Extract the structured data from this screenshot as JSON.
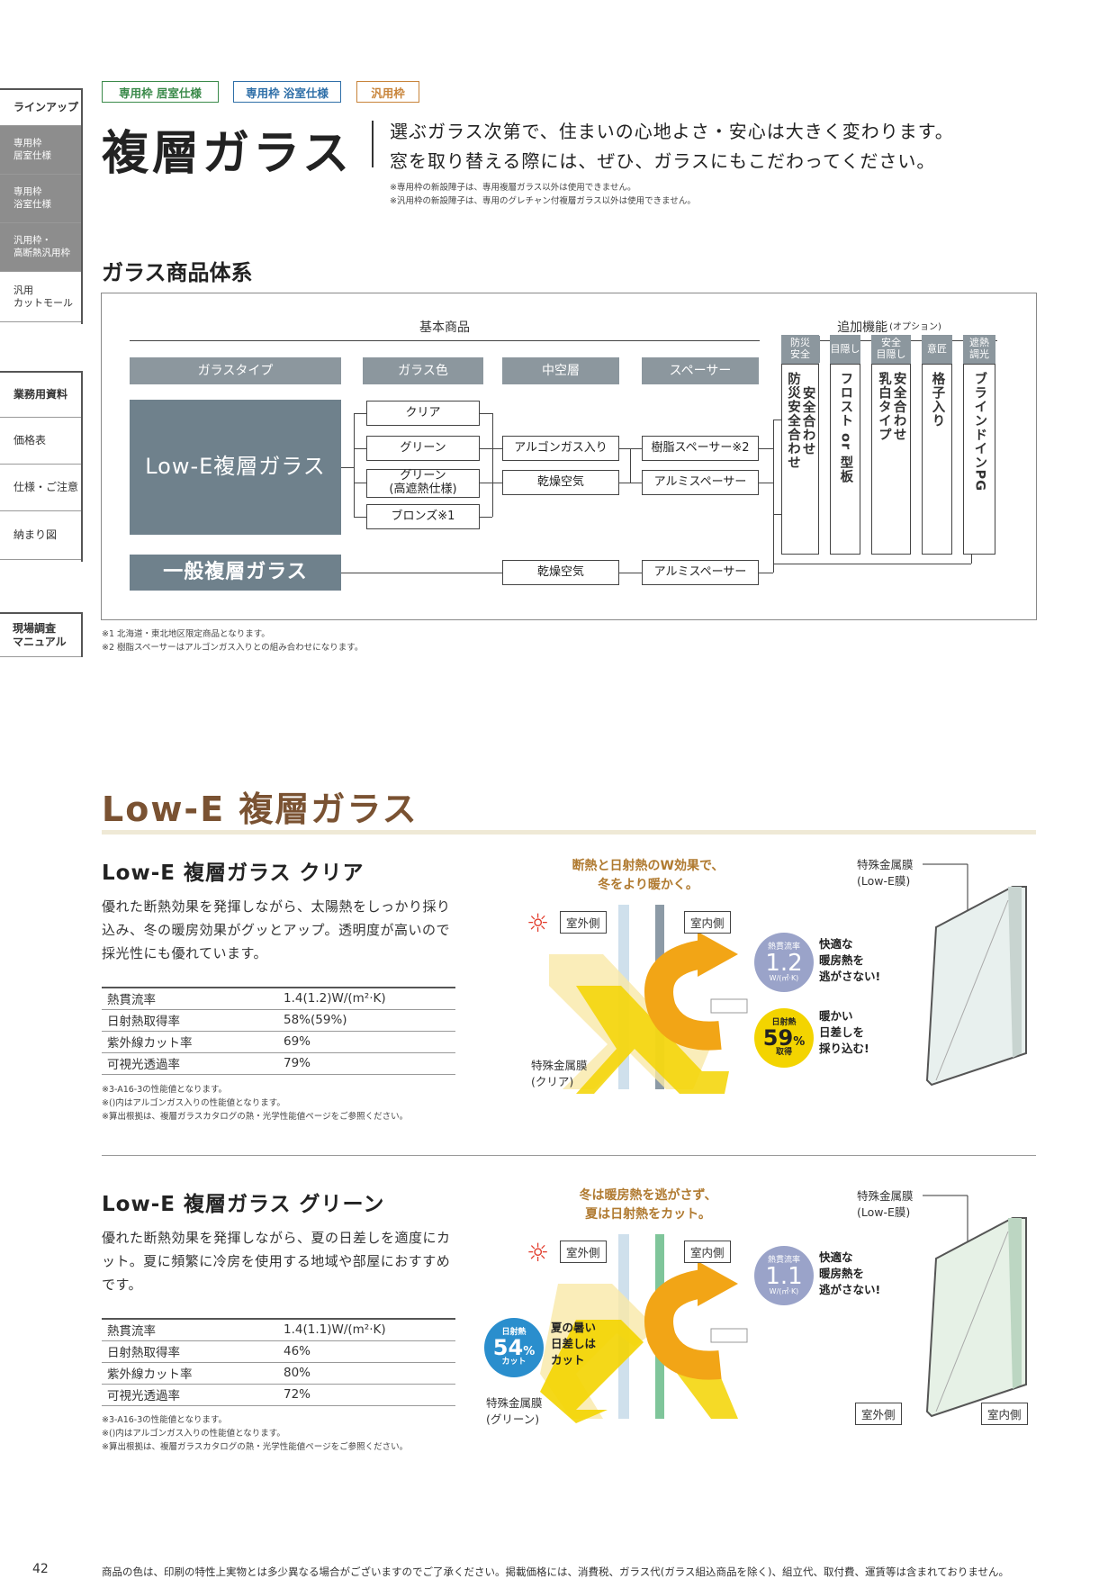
{
  "sidenav": {
    "items": [
      {
        "label": "ラインアップ"
      },
      {
        "label": "専用枠\n居室仕様"
      },
      {
        "label": "専用枠\n浴室仕様"
      },
      {
        "label": "汎用枠・\n高断熱汎用枠"
      },
      {
        "label": "汎用\nカットモール"
      }
    ],
    "items2": [
      {
        "label": "業務用資料"
      },
      {
        "label": "価格表"
      },
      {
        "label": "仕様・ご注意"
      },
      {
        "label": "納まり図"
      }
    ],
    "manual": "現場調査\nマニュアル"
  },
  "tags": [
    "専用枠 居室仕様",
    "専用枠 浴室仕様",
    "汎用枠"
  ],
  "colors": {
    "tag1": "#3a8a4a",
    "tag2": "#2f6fa8",
    "tag3": "#c8843a",
    "brown": "#7a5232",
    "blue_circle": "#9aa3c9",
    "yellow": "#f3d400"
  },
  "header": {
    "title": "複層ガラス",
    "lead1": "選ぶガラス次第で、住まいの心地よさ・安心は大きく変わります。",
    "lead2": "窓を取り替える際には、ぜひ、ガラスにもこだわってください。",
    "note1": "※専用枠の新設障子は、専用複層ガラス以外は使用できません。",
    "note2": "※汎用枠の新設障子は、専用のグレチャン付複層ガラス以外は使用できません。"
  },
  "system": {
    "heading": "ガラス商品体系",
    "basic": "基本商品",
    "option": "追加機能",
    "option_sub": "(オプション)",
    "col_type": "ガラスタイプ",
    "col_color": "ガラス色",
    "col_air": "中空層",
    "col_spacer": "スペーサー",
    "lowe": "Low-E複層ガラス",
    "general": "一般複層ガラス",
    "colors": [
      "クリア",
      "グリーン",
      "グリーン\n(高遮熱仕様)",
      "ブロンズ※1"
    ],
    "air1": "アルゴンガス入り",
    "air2": "乾燥空気",
    "air3": "乾燥空気",
    "spacer1": "樹脂スペーサー※2",
    "spacer2": "アルミスペーサー",
    "spacer3": "アルミスペーサー",
    "options": [
      {
        "head": "防災\n安全",
        "body": "安全合わせ\n防災安全合わせ"
      },
      {
        "head": "目隠し",
        "body": "フロスト or 型板"
      },
      {
        "head": "安全\n目隠し",
        "body": "安全合わせ\n乳白タイプ"
      },
      {
        "head": "意匠",
        "body": "格子入り"
      },
      {
        "head": "遮熱\n調光",
        "body": "ブラインドインPG"
      }
    ],
    "note1": "※1 北海道・東北地区限定商品となります。",
    "note2": "※2 樹脂スペーサーはアルゴンガス入りとの組み合わせになります。"
  },
  "lowe_section": {
    "title": "Low-E 複層ガラス",
    "clear": {
      "title": "Low-E 複層ガラス クリア",
      "desc": "優れた断熱効果を発揮しながら、太陽熱をしっかり採り込み、冬の暖房効果がグッとアップ。透明度が高いので採光性にも優れています。",
      "specs": [
        {
          "k": "熱貫流率",
          "v": "1.4(1.2)W/(m²·K)"
        },
        {
          "k": "日射熱取得率",
          "v": "58%(59%)"
        },
        {
          "k": "紫外線カット率",
          "v": "69%"
        },
        {
          "k": "可視光透過率",
          "v": "79%"
        }
      ],
      "notes": [
        "※3-A16-3の性能値となります。",
        "※()内はアルゴンガス入りの性能値となります。",
        "※算出根拠は、複層ガラスカタログの熱・光学性能値ページをご参照ください。"
      ],
      "caption": "断熱と日射熱のW効果で、\n冬をより暖かく。",
      "outside": "室外側",
      "inside": "室内側",
      "u_label": "熱貫流率",
      "u_value": "1.2",
      "u_unit": "W/(㎡·K)",
      "u_text": "快適な\n暖房熱を\n逃がさない!",
      "g_label": "日射熱",
      "g_value": "59",
      "g_pct": "%",
      "g_unit": "取得",
      "g_text": "暖かい\n日差しを\n採り込む!",
      "film": "特殊金属膜\n(クリア)",
      "film_right": "特殊金属膜\n(Low-E膜)"
    },
    "green": {
      "title": "Low-E 複層ガラス グリーン",
      "desc": "優れた断熱効果を発揮しながら、夏の日差しを適度にカット。夏に頻繁に冷房を使用する地域や部屋におすすめです。",
      "specs": [
        {
          "k": "熱貫流率",
          "v": "1.4(1.1)W/(m²·K)"
        },
        {
          "k": "日射熱取得率",
          "v": "46%"
        },
        {
          "k": "紫外線カット率",
          "v": "80%"
        },
        {
          "k": "可視光透過率",
          "v": "72%"
        }
      ],
      "notes": [
        "※3-A16-3の性能値となります。",
        "※()内はアルゴンガス入りの性能値となります。",
        "※算出根拠は、複層ガラスカタログの熱・光学性能値ページをご参照ください。"
      ],
      "caption": "冬は暖房熱を逃がさず、\n夏は日射熱をカット。",
      "outside": "室外側",
      "inside": "室内側",
      "u_label": "熱貫流率",
      "u_value": "1.1",
      "u_unit": "W/(㎡·K)",
      "u_text": "快適な\n暖房熱を\n逃がさない!",
      "g_label": "日射熱",
      "g_value": "54",
      "g_pct": "%",
      "g_unit": "カット",
      "g_text": "夏の暑い\n日差しは\nカット",
      "film": "特殊金属膜\n(グリーン)",
      "film_right": "特殊金属膜\n(Low-E膜)",
      "win_out": "室外側",
      "win_in": "室内側"
    }
  },
  "footer": {
    "page": "42",
    "note": "商品の色は、印刷の特性上実物とは多少異なる場合がございますのでご了承ください。掲載価格には、消費税、ガラス代(ガラス組込商品を除く)、組立代、取付費、運賃等は含まれておりません。"
  }
}
